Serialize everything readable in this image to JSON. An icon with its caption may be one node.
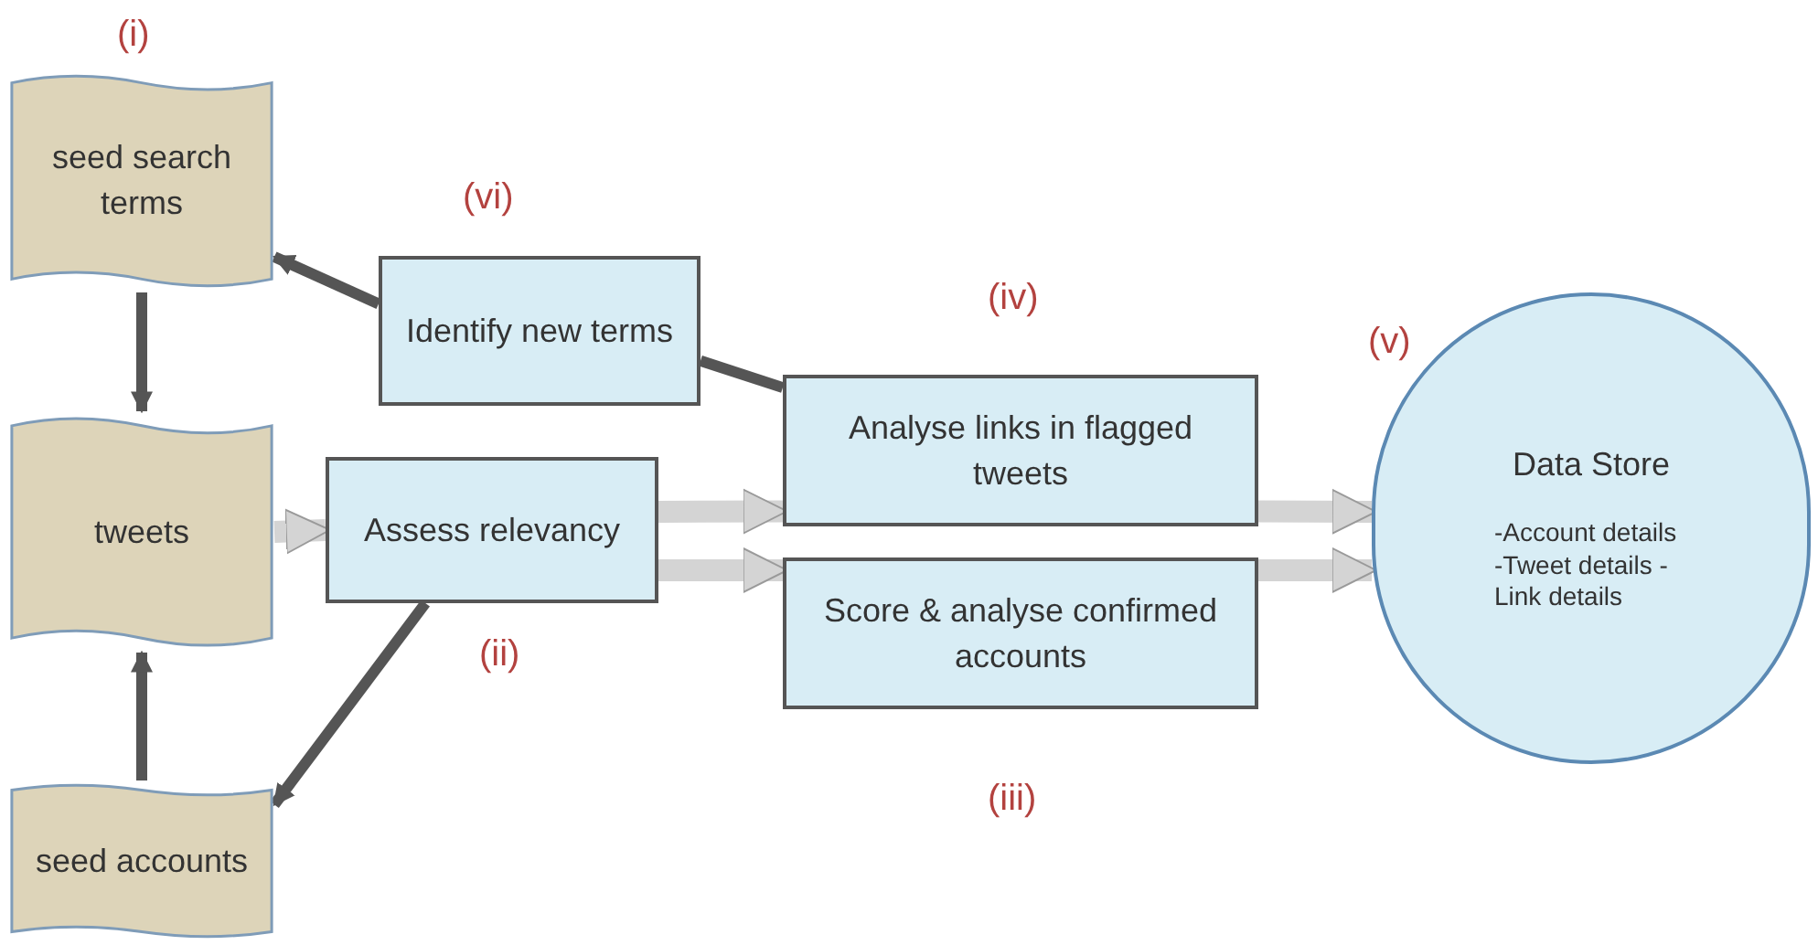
{
  "diagram": {
    "nodes": [
      {
        "text": [
          "seed search terms"
        ]
      },
      {
        "text": [
          "tweets"
        ]
      },
      {
        "text": [
          "seed accounts"
        ]
      },
      {
        "text": [
          "Identify new terms"
        ]
      },
      {
        "text": [
          "Assess relevancy"
        ]
      },
      {
        "text": [
          "Analyse links in flagged tweets"
        ]
      },
      {
        "text": [
          "Score & analyse confirmed accounts"
        ]
      },
      {
        "text": [
          "Data Store",
          "-Account details -Tweet details -Link details"
        ]
      }
    ],
    "edges": [
      {
        "from": 0,
        "to": 1,
        "arrow": "to"
      },
      {
        "from": 2,
        "to": 1,
        "arrow": "to"
      },
      {
        "from": 1,
        "to": 4,
        "arrow": "to",
        "style": "thick",
        "color": "#d4d4d4"
      },
      {
        "from": 4,
        "to": 2,
        "arrow": "to"
      },
      {
        "from": 4,
        "to": 5,
        "arrow": "to",
        "style": "thick",
        "color": "#d4d4d4"
      },
      {
        "from": 4,
        "to": 6,
        "arrow": "to",
        "style": "thick",
        "color": "#d4d4d4"
      },
      {
        "from": 5,
        "to": 7,
        "arrow": "to",
        "style": "thick",
        "color": "#d4d4d4"
      },
      {
        "from": 6,
        "to": 7,
        "arrow": "to",
        "style": "thick",
        "color": "#d4d4d4"
      },
      {
        "from": 5,
        "to": 3,
        "arrow": "none"
      },
      {
        "from": 3,
        "to": 0,
        "arrow": "to"
      }
    ],
    "labels": [
      "(i)",
      "(vi)",
      "(iv)",
      "(v)",
      "(ii)",
      "(iii)"
    ]
  }
}
